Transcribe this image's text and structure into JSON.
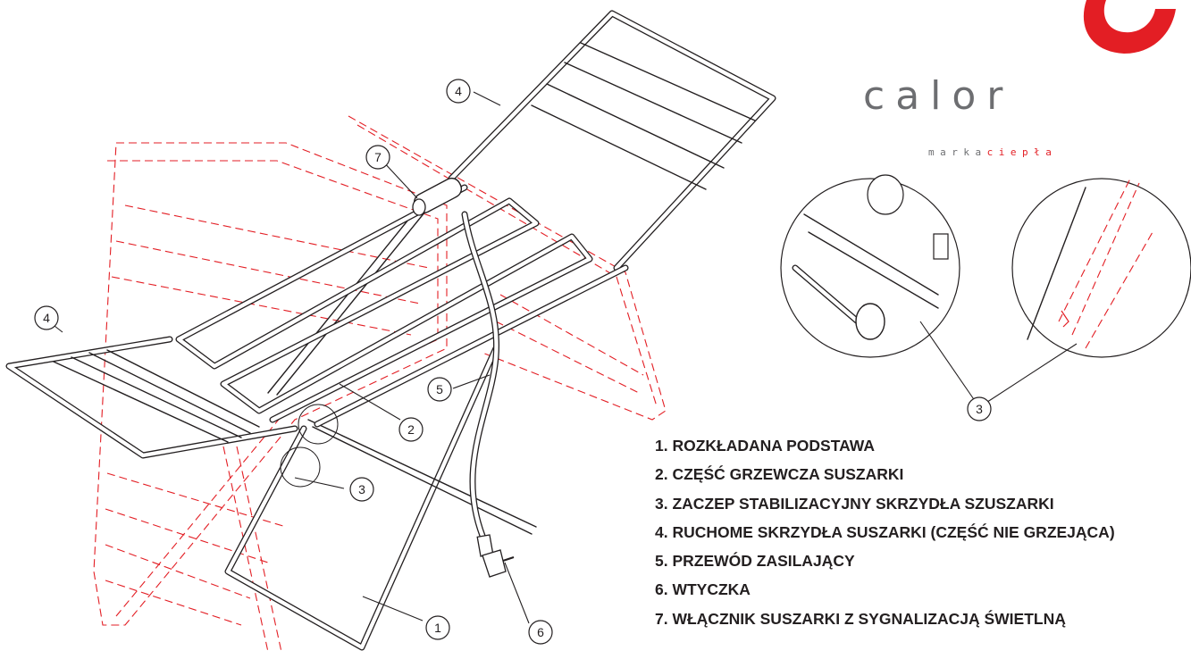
{
  "legend": {
    "items": [
      "1. ROZKŁADANA PODSTAWA",
      "2. CZĘŚĆ GRZEWCZA SUSZARKI",
      "3. ZACZEP STABILIZACYJNY SKRZYDŁA SZUSZARKI",
      "4. RUCHOME SKRZYDŁA SUSZARKI (CZĘŚĆ NIE GRZEJĄCA)",
      "5. PRZEWÓD ZASILAJĄCY",
      "6. WTYCZKA",
      "7. WŁĄCZNIK SUSZARKI Z SYGNALIZACJĄ ŚWIETLNĄ"
    ]
  },
  "callouts": {
    "base": "1",
    "heating": "2",
    "latch": "3",
    "latch_detail": "3",
    "wing_right": "4",
    "wing_left": "4",
    "cable": "5",
    "plug": "6",
    "switch": "7"
  },
  "logo": {
    "word": "calor",
    "tagline_grey": "marka",
    "tagline_red": "ciepła",
    "colors": {
      "red": "#e31e24",
      "grey": "#6d6e71"
    }
  },
  "colors": {
    "line": "#231f20",
    "dashed": "#e31e24"
  }
}
